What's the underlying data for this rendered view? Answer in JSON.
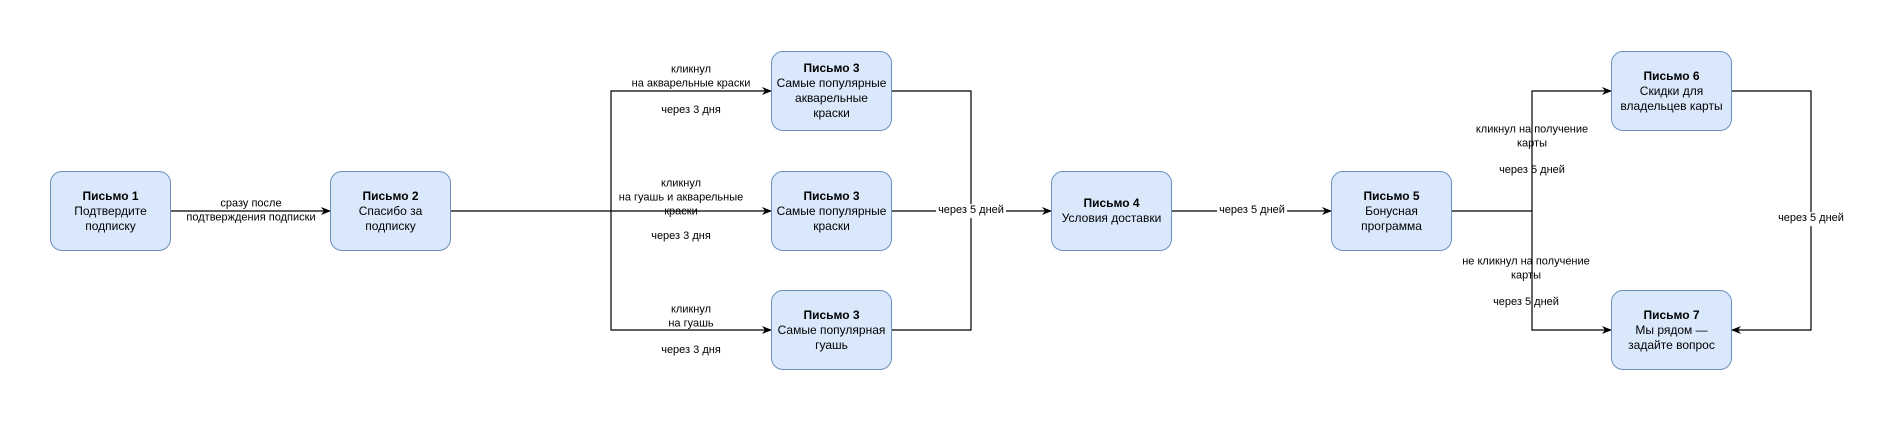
{
  "nodes": {
    "n1": {
      "title": "Письмо 1",
      "body": "Подтвердите\nподписку"
    },
    "n2": {
      "title": "Письмо 2",
      "body": "Спасибо за подписку"
    },
    "n3a": {
      "title": "Письмо 3",
      "body": "Самые популярные\nакварельные краски"
    },
    "n3b": {
      "title": "Письмо 3",
      "body": "Самые популярные\nкраски"
    },
    "n3c": {
      "title": "Письмо 3",
      "body": "Самые популярная\nгуашь"
    },
    "n4": {
      "title": "Письмо 4",
      "body": "Условия доставки"
    },
    "n5": {
      "title": "Письмо 5",
      "body": "Бонусная программа"
    },
    "n6": {
      "title": "Письмо 6",
      "body": "Скидки для\nвладельцев карты"
    },
    "n7": {
      "title": "Письмо 7",
      "body": "Мы рядом —\nзадайте вопрос"
    }
  },
  "edges": {
    "e1_2": "сразу после\nподтверждения подписки",
    "e_watercolor_cond": "кликнул\nна акварельные краски",
    "e_watercolor_delay": "через 3 дня",
    "e_both_cond": "кликнул\nна гуашь и акварельные\nкраски",
    "e_both_delay": "через 3 дня",
    "e_gouache_cond": "кликнул\nна гуашь",
    "e_gouache_delay": "через 3 дня",
    "e3_4": "через 5 дней",
    "e4_5": "через 5 дней",
    "e_card_cond": "кликнул на получение\nкарты",
    "e_card_delay": "через 5 дней",
    "e_nocard_cond": "не кликнул на получение\nкарты",
    "e_nocard_delay": "через 5 дней",
    "e6_7": "через 5 дней"
  },
  "colors": {
    "node_fill": "#dae8fc",
    "node_stroke": "#6c8ebf",
    "edge": "#000000"
  }
}
